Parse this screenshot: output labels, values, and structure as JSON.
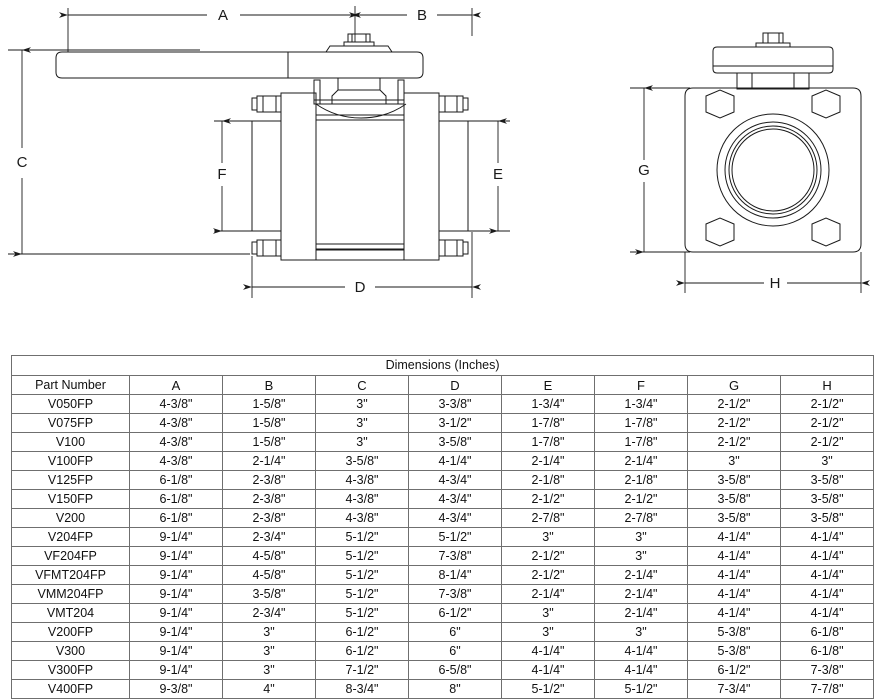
{
  "drawing": {
    "title": "ball-valve-dimension-drawing",
    "views": [
      {
        "name": "side-elevation-view",
        "dimension_labels": [
          "A",
          "B",
          "C",
          "D",
          "E",
          "F"
        ]
      },
      {
        "name": "end-flange-view",
        "dimension_labels": [
          "G",
          "H"
        ]
      }
    ],
    "dimension_labels": {
      "a": "A",
      "b": "B",
      "c": "C",
      "d": "D",
      "e": "E",
      "f": "F",
      "g": "G",
      "h": "H"
    }
  },
  "table": {
    "caption": "Dimensions (Inches)",
    "columns": [
      "Part Number",
      "A",
      "B",
      "C",
      "D",
      "E",
      "F",
      "G",
      "H"
    ],
    "rows": [
      [
        "V050FP",
        "4-3/8\"",
        "1-5/8\"",
        "3\"",
        "3-3/8\"",
        "1-3/4\"",
        "1-3/4\"",
        "2-1/2\"",
        "2-1/2\""
      ],
      [
        "V075FP",
        "4-3/8\"",
        "1-5/8\"",
        "3\"",
        "3-1/2\"",
        "1-7/8\"",
        "1-7/8\"",
        "2-1/2\"",
        "2-1/2\""
      ],
      [
        "V100",
        "4-3/8\"",
        "1-5/8\"",
        "3\"",
        "3-5/8\"",
        "1-7/8\"",
        "1-7/8\"",
        "2-1/2\"",
        "2-1/2\""
      ],
      [
        "V100FP",
        "4-3/8\"",
        "2-1/4\"",
        "3-5/8\"",
        "4-1/4\"",
        "2-1/4\"",
        "2-1/4\"",
        "3\"",
        "3\""
      ],
      [
        "V125FP",
        "6-1/8\"",
        "2-3/8\"",
        "4-3/8\"",
        "4-3/4\"",
        "2-1/8\"",
        "2-1/8\"",
        "3-5/8\"",
        "3-5/8\""
      ],
      [
        "V150FP",
        "6-1/8\"",
        "2-3/8\"",
        "4-3/8\"",
        "4-3/4\"",
        "2-1/2\"",
        "2-1/2\"",
        "3-5/8\"",
        "3-5/8\""
      ],
      [
        "V200",
        "6-1/8\"",
        "2-3/8\"",
        "4-3/8\"",
        "4-3/4\"",
        "2-7/8\"",
        "2-7/8\"",
        "3-5/8\"",
        "3-5/8\""
      ],
      [
        "V204FP",
        "9-1/4\"",
        "2-3/4\"",
        "5-1/2\"",
        "5-1/2\"",
        "3\"",
        "3\"",
        "4-1/4\"",
        "4-1/4\""
      ],
      [
        "VF204FP",
        "9-1/4\"",
        "4-5/8\"",
        "5-1/2\"",
        "7-3/8\"",
        "2-1/2\"",
        "3\"",
        "4-1/4\"",
        "4-1/4\""
      ],
      [
        "VFMT204FP",
        "9-1/4\"",
        "4-5/8\"",
        "5-1/2\"",
        "8-1/4\"",
        "2-1/2\"",
        "2-1/4\"",
        "4-1/4\"",
        "4-1/4\""
      ],
      [
        "VMM204FP",
        "9-1/4\"",
        "3-5/8\"",
        "5-1/2\"",
        "7-3/8\"",
        "2-1/4\"",
        "2-1/4\"",
        "4-1/4\"",
        "4-1/4\""
      ],
      [
        "VMT204",
        "9-1/4\"",
        "2-3/4\"",
        "5-1/2\"",
        "6-1/2\"",
        "3\"",
        "2-1/4\"",
        "4-1/4\"",
        "4-1/4\""
      ],
      [
        "V200FP",
        "9-1/4\"",
        "3\"",
        "6-1/2\"",
        "6\"",
        "3\"",
        "3\"",
        "5-3/8\"",
        "6-1/8\""
      ],
      [
        "V300",
        "9-1/4\"",
        "3\"",
        "6-1/2\"",
        "6\"",
        "4-1/4\"",
        "4-1/4\"",
        "5-3/8\"",
        "6-1/8\""
      ],
      [
        "V300FP",
        "9-1/4\"",
        "3\"",
        "7-1/2\"",
        "6-5/8\"",
        "4-1/4\"",
        "4-1/4\"",
        "6-1/2\"",
        "7-3/8\""
      ],
      [
        "V400FP",
        "9-3/8\"",
        "4\"",
        "8-3/4\"",
        "8\"",
        "5-1/2\"",
        "5-1/2\"",
        "7-3/4\"",
        "7-7/8\""
      ]
    ]
  },
  "colors": {
    "line": "#1a1a1a",
    "grid": "#6f6f6f",
    "background": "#ffffff"
  }
}
